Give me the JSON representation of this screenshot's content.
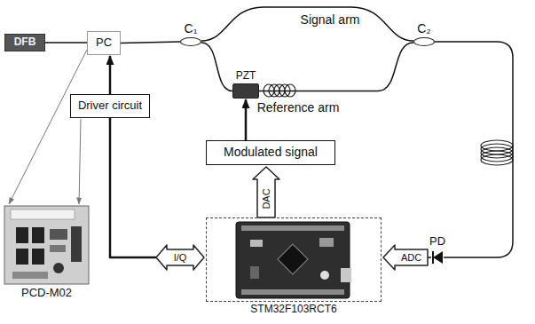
{
  "diagram": {
    "nodes": [
      {
        "text": [
          "DFB"
        ]
      },
      {
        "text": [
          "PC"
        ]
      },
      {
        "text": [
          "C₁"
        ]
      },
      {
        "text": [
          "C₂"
        ]
      },
      {
        "text": [
          "PZT"
        ]
      },
      {
        "text": [
          "Driver circuit"
        ]
      },
      {
        "text": [
          "Modulated signal"
        ]
      },
      {
        "text": [
          "PCD-M02"
        ]
      },
      {
        "text": [
          "STM32F103RCT6"
        ]
      },
      {
        "text": [
          "PD"
        ]
      }
    ],
    "edges": [
      {
        "from": 0,
        "to": 1,
        "arrow": "none"
      },
      {
        "from": 1,
        "to": 2,
        "arrow": "none"
      },
      {
        "from": 2,
        "to": 3,
        "label": "Signal arm",
        "arrow": "none"
      },
      {
        "from": 2,
        "to": 4,
        "arrow": "none"
      },
      {
        "from": 4,
        "to": 3,
        "label": "Reference arm",
        "arrow": "none"
      },
      {
        "from": 3,
        "to": 9,
        "arrow": "none"
      },
      {
        "from": 9,
        "to": 8,
        "label": "ADC",
        "arrow": "to"
      },
      {
        "from": 8,
        "to": 6,
        "label": "DAC",
        "arrow": "to"
      },
      {
        "from": 6,
        "to": 4,
        "arrow": "to"
      },
      {
        "from": 8,
        "to": 5,
        "label": "I/Q",
        "arrow": "both"
      },
      {
        "from": 5,
        "to": 1,
        "arrow": "to"
      },
      {
        "from": 1,
        "to": 7,
        "arrow": "to"
      },
      {
        "from": 5,
        "to": 7,
        "arrow": "to"
      }
    ]
  }
}
